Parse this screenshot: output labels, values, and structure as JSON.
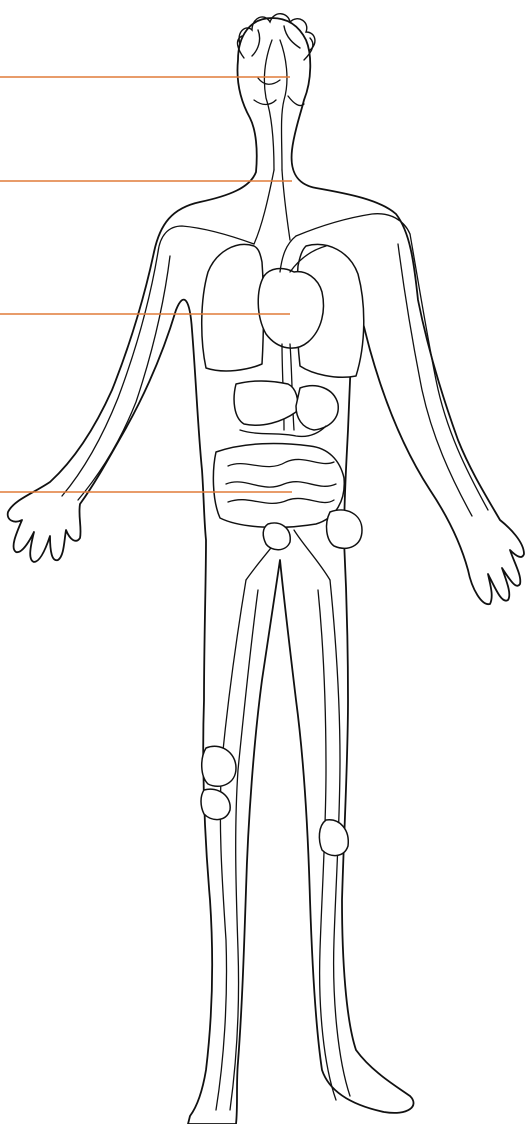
{
  "figure": {
    "leader_line_color": "#e07b39",
    "outline_color": "#111111",
    "background": "#ffffff",
    "pointers": [
      {
        "name": "head-pointer"
      },
      {
        "name": "neck-vessel-pointer"
      },
      {
        "name": "heart-pointer"
      },
      {
        "name": "intestine-pointer"
      }
    ]
  }
}
